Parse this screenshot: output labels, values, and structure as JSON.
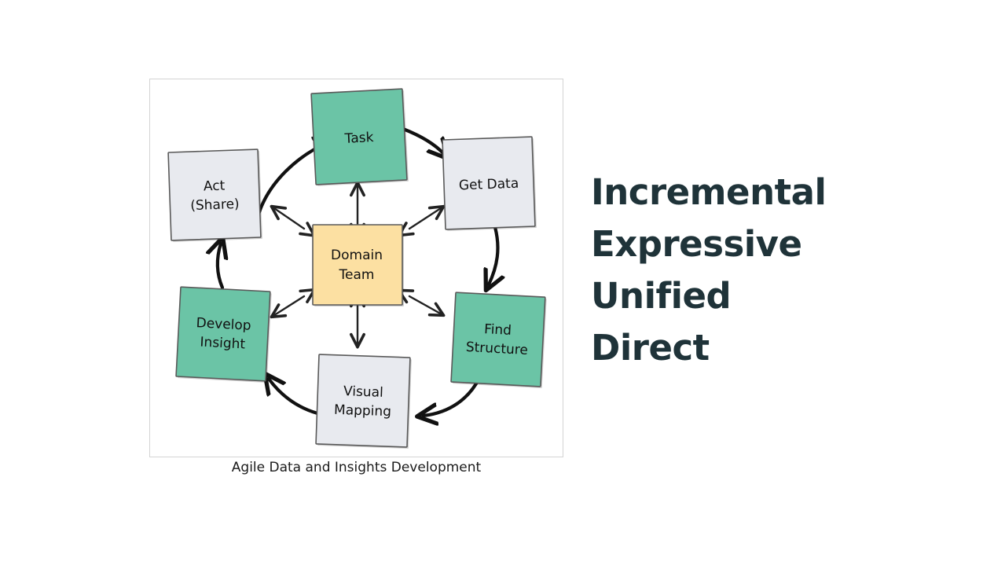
{
  "slide": {
    "background_color": "#ffffff"
  },
  "diagram": {
    "caption": "Agile Data and Insights Development",
    "frame_border_color": "#d4d4d4",
    "colors": {
      "green": "#6BC4A6",
      "yellow": "#FCE0A2",
      "gray": "#E8EAEF",
      "node_border": "#595959",
      "arrow": "#111111",
      "label_text": "#111111"
    },
    "center_node": {
      "id": "domain-team",
      "label_line1": "Domain",
      "label_line2": "Team",
      "fill": "#FCE0A2",
      "rotation_deg": 0
    },
    "cycle_nodes": [
      {
        "id": "task",
        "label_line1": "Task",
        "label_line2": "",
        "fill": "#6BC4A6",
        "rotation_deg": -3
      },
      {
        "id": "get-data",
        "label_line1": "Get Data",
        "label_line2": "",
        "fill": "#E8EAEF",
        "rotation_deg": -2
      },
      {
        "id": "find-structure",
        "label_line1": "Find",
        "label_line2": "Structure",
        "fill": "#6BC4A6",
        "rotation_deg": 3
      },
      {
        "id": "visual-mapping",
        "label_line1": "Visual",
        "label_line2": "Mapping",
        "fill": "#E8EAEF",
        "rotation_deg": 2
      },
      {
        "id": "develop-insight",
        "label_line1": "Develop",
        "label_line2": "Insight",
        "fill": "#6BC4A6",
        "rotation_deg": 3
      },
      {
        "id": "act-share",
        "label_line1": "Act",
        "label_line2": "(Share)",
        "fill": "#E8EAEF",
        "rotation_deg": -2
      }
    ],
    "cycle_flow": [
      "act-share -> task",
      "task -> get-data",
      "get-data -> find-structure",
      "find-structure -> visual-mapping",
      "visual-mapping -> develop-insight",
      "develop-insight -> act-share"
    ],
    "radial_links": [
      "domain-team <-> task",
      "domain-team <-> get-data",
      "domain-team <-> find-structure",
      "domain-team <-> visual-mapping",
      "domain-team <-> develop-insight",
      "domain-team <-> act-share"
    ]
  },
  "keywords": {
    "text_color": "#1f3339",
    "lines": [
      "Incremental",
      "Expressive",
      "Unified",
      "Direct"
    ]
  }
}
